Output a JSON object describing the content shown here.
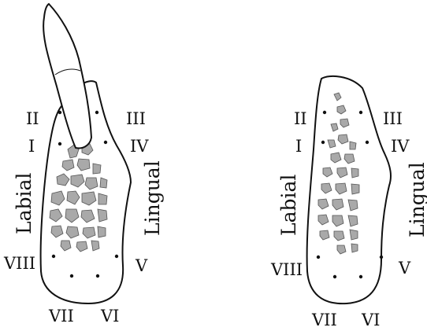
{
  "colors": {
    "outline": "#111111",
    "bone_pattern": "#a9a9a9",
    "tooth_fill": "#ffffff",
    "background": "#ffffff"
  },
  "left_panel": {
    "labial_label": "Labial",
    "lingual_label": "Lingual",
    "point_labels": {
      "I": "I",
      "II": "II",
      "III": "III",
      "IV": "IV",
      "V": "V",
      "VI": "VI",
      "VII": "VII",
      "VIII": "VIII"
    }
  },
  "right_panel": {
    "labial_label": "Labial",
    "lingual_label": "Lingual",
    "point_labels": {
      "I": "I",
      "II": "II",
      "III": "III",
      "IV": "IV",
      "V": "V",
      "VI": "VI",
      "VII": "VII",
      "VIII": "VIII"
    }
  }
}
